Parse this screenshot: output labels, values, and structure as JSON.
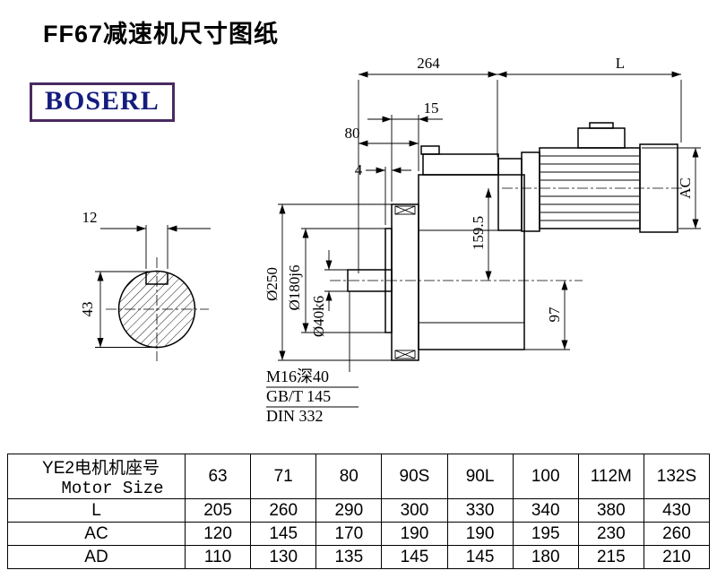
{
  "page": {
    "title": "FF67减速机尺寸图纸"
  },
  "logo": {
    "text": "BOSERL",
    "border_color": "#4a2a62",
    "text_color": "#141c7e"
  },
  "drawing": {
    "dims": {
      "d264": "264",
      "L": "L",
      "d15": "15",
      "d80": "80",
      "d4": "4",
      "d12": "12",
      "d43": "43",
      "dia250": "Ø250",
      "dia180": "Ø180j6",
      "dia40": "Ø40k6",
      "d159_5": "159.5",
      "d97": "97",
      "AC": "AC"
    },
    "notes": {
      "thread": "M16深40",
      "standard1": "GB/T 145",
      "standard2": "DIN 332"
    }
  },
  "table": {
    "header": {
      "title_cn": "YE2电机机座号",
      "title_en": "Motor Size",
      "sizes": [
        "63",
        "71",
        "80",
        "90S",
        "90L",
        "100",
        "112M",
        "132S"
      ]
    },
    "rows": [
      {
        "label": "L",
        "values": [
          "205",
          "260",
          "290",
          "300",
          "330",
          "340",
          "380",
          "430"
        ]
      },
      {
        "label": "AC",
        "values": [
          "120",
          "145",
          "170",
          "190",
          "190",
          "195",
          "230",
          "260"
        ]
      },
      {
        "label": "AD",
        "values": [
          "110",
          "130",
          "135",
          "145",
          "145",
          "180",
          "215",
          "210"
        ]
      }
    ]
  }
}
